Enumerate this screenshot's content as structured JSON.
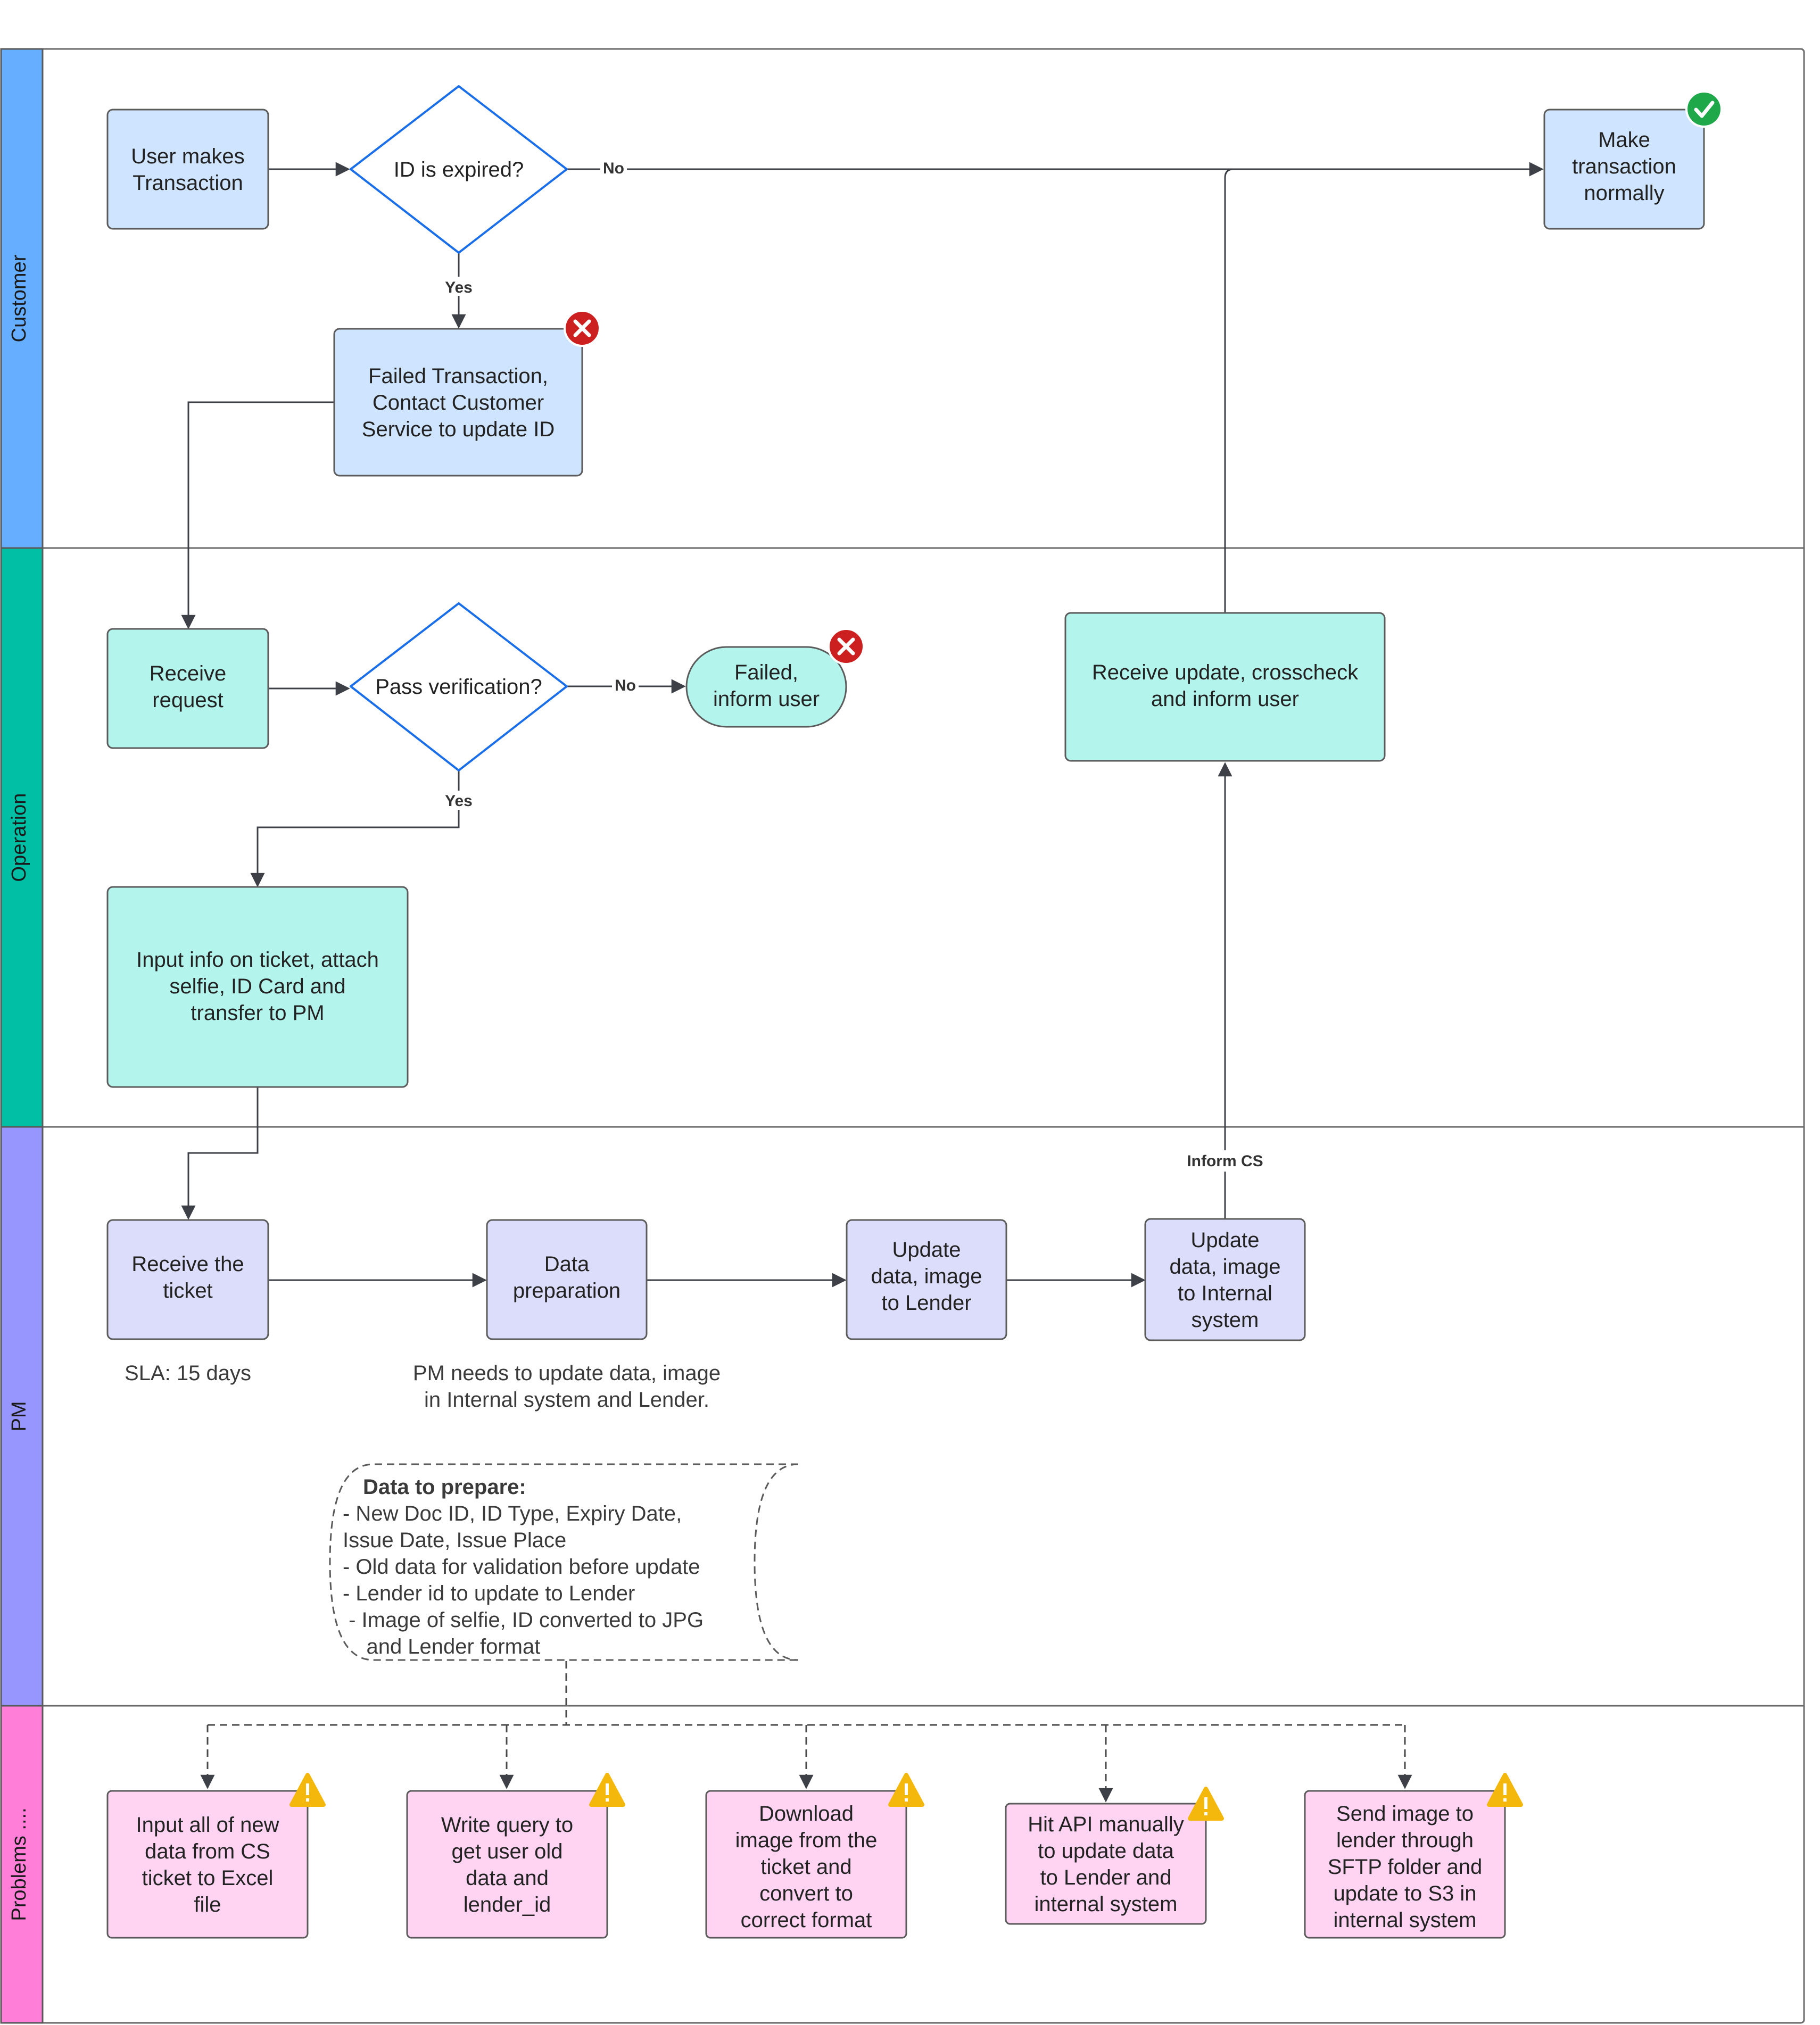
{
  "lanes": [
    {
      "title": "Customer",
      "color": "#66aeff"
    },
    {
      "title": "Operation",
      "color": "#00bfa5"
    },
    {
      "title": "PM",
      "color": "#9796ff"
    },
    {
      "title": "Problems ....",
      "color": "#ff7ed8"
    }
  ],
  "customer": {
    "user_makes_transaction": "User makes\nTransaction",
    "id_expired": "ID is expired?",
    "failed_transaction": "Failed Transaction,\nContact Customer\nService to update ID",
    "make_transaction_normally": "Make\ntransaction\nnormally",
    "edge_no": "No",
    "edge_yes": "Yes"
  },
  "operation": {
    "receive_request": "Receive\nrequest",
    "pass_verification": "Pass verification?",
    "failed_inform_user": "Failed,\ninform user",
    "input_info": "Input info on ticket, attach\nselfie, ID Card and\ntransfer to PM",
    "receive_update": "Receive update, crosscheck\nand inform user",
    "edge_no": "No",
    "edge_yes": "Yes"
  },
  "pm": {
    "receive_ticket": "Receive the\nticket",
    "data_preparation": "Data\npreparation",
    "update_lender": "Update\ndata, image\nto Lender",
    "update_internal": "Update\ndata, image\nto Internal\nsystem",
    "inform_cs": "Inform CS",
    "sla": "SLA: 15 days",
    "pm_note": "PM needs to update data, image\nin Internal system and Lender.",
    "data_to_prepare": {
      "title": "Data to prepare:",
      "lines": [
        "- New Doc ID, ID Type, Expiry Date,",
        "Issue Date, Issue Place",
        "- Old data for validation before update",
        "- Lender id to update to Lender",
        " - Image of selfie, ID converted to JPG",
        "    and Lender format"
      ]
    }
  },
  "problems": [
    "Input all of new\ndata from CS\nticket to Excel\nfile",
    "Write query to\nget user old\ndata and\nlender_id",
    "Download\nimage from the\nticket and\nconvert to\ncorrect format",
    "Hit API manually\nto update data\nto Lender and\ninternal system",
    "Send image to\nlender through\nSFTP folder and\nupdate to S3 in\ninternal system"
  ],
  "colors": {
    "customer_node": "#cfe4ff",
    "operation_node": "#b3f4ec",
    "pm_node": "#dcdcfb",
    "problem_node": "#ffd3f2",
    "decision_stroke": "#1a6ee8",
    "error_badge": "#cc1f1f",
    "success_badge": "#1fa84a",
    "warning_badge": "#f3b80b"
  }
}
